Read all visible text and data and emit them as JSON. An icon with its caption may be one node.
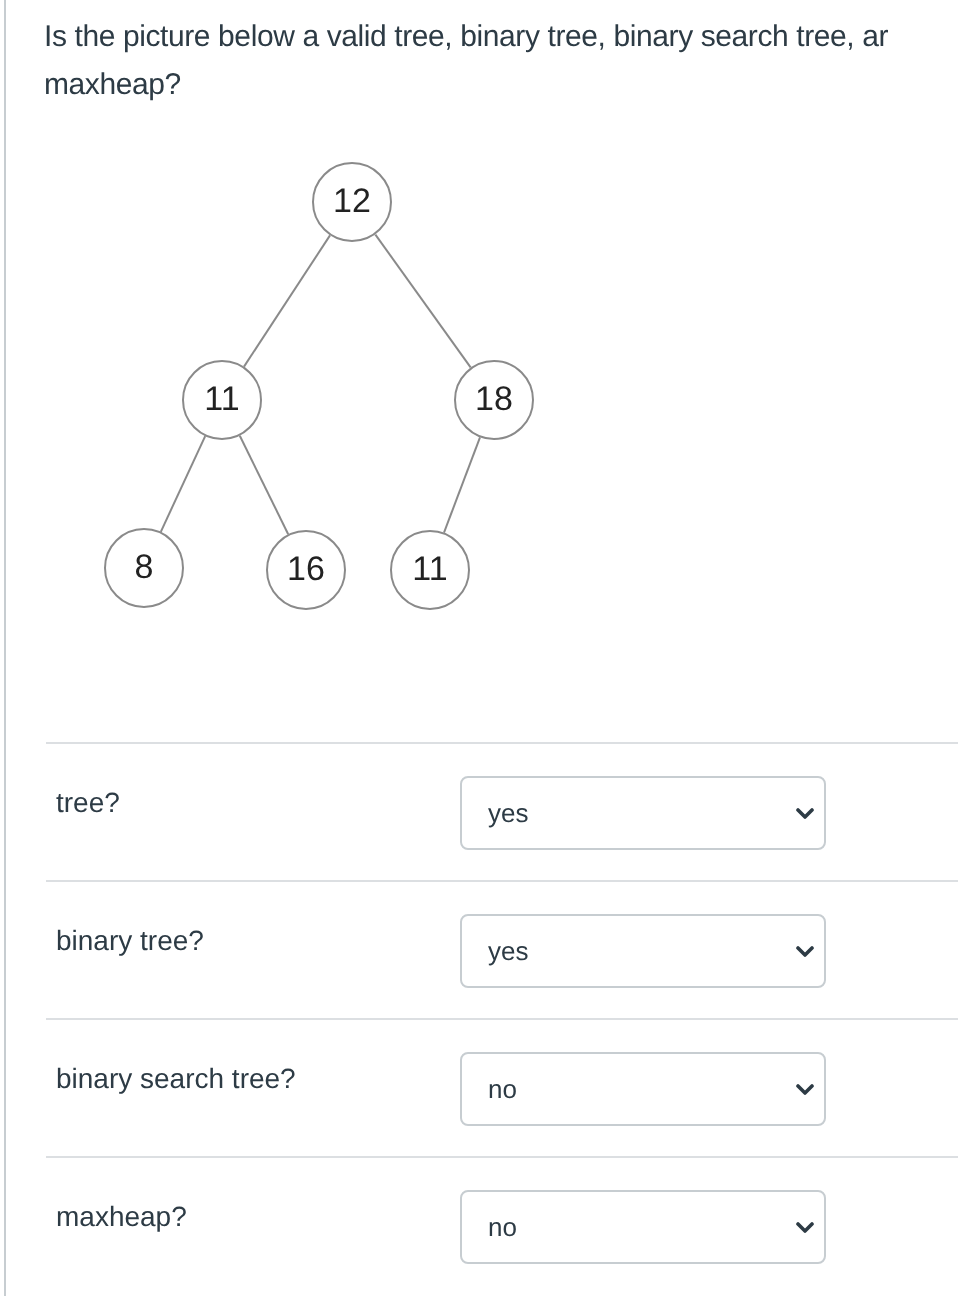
{
  "diagram": {
    "title": "Is the picture below a valid tree, binary tree, binary search tree, ar maxheap?",
    "nodes": [
      {
        "text": [
          "12"
        ]
      },
      {
        "text": [
          "11"
        ]
      },
      {
        "text": [
          "18"
        ]
      },
      {
        "text": [
          "8"
        ]
      },
      {
        "text": [
          "16"
        ]
      },
      {
        "text": [
          "11"
        ]
      }
    ],
    "edges": [
      {
        "from": 0,
        "to": 1,
        "arrow": "none"
      },
      {
        "from": 0,
        "to": 2,
        "arrow": "none"
      },
      {
        "from": 1,
        "to": 3,
        "arrow": "none"
      },
      {
        "from": 1,
        "to": 4,
        "arrow": "none"
      },
      {
        "from": 2,
        "to": 5,
        "arrow": "none"
      }
    ],
    "labels": [
      "tree?",
      "yes",
      "binary tree?",
      "yes",
      "binary search tree?",
      "no",
      "maxheap?",
      "no"
    ]
  }
}
